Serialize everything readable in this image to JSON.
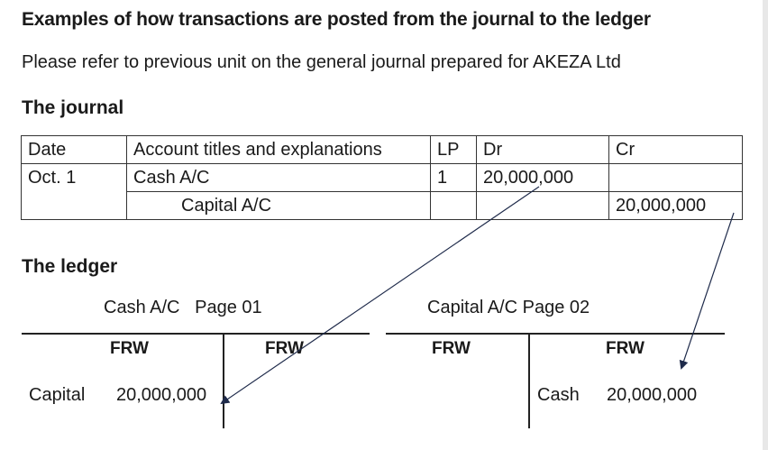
{
  "heading": "Examples of how transactions are posted from the journal to the ledger",
  "intro": "Please refer to previous unit on the general journal prepared for AKEZA Ltd",
  "journal": {
    "title": "The journal",
    "headers": [
      "Date",
      "Account titles and explanations",
      "LP",
      "Dr",
      "Cr"
    ],
    "rows": [
      {
        "date": "Oct. 1",
        "account": "Cash A/C",
        "lp": "1",
        "dr": "20,000,000",
        "cr": ""
      },
      {
        "date": "",
        "account": "Capital A/C",
        "lp": "",
        "dr": "",
        "cr": "20,000,000"
      }
    ]
  },
  "ledger": {
    "title": "The ledger",
    "cash_account": {
      "caption": "Cash A/C   Page 01",
      "debit_heading": "FRW",
      "credit_heading": "FRW",
      "debit_entry_label": "Capital",
      "debit_entry_amount": "20,000,000"
    },
    "capital_account": {
      "caption": "Capital A/C Page 02",
      "debit_heading": "FRW",
      "credit_heading": "FRW",
      "credit_entry_label": "Cash",
      "credit_entry_amount": "20,000,000"
    }
  }
}
